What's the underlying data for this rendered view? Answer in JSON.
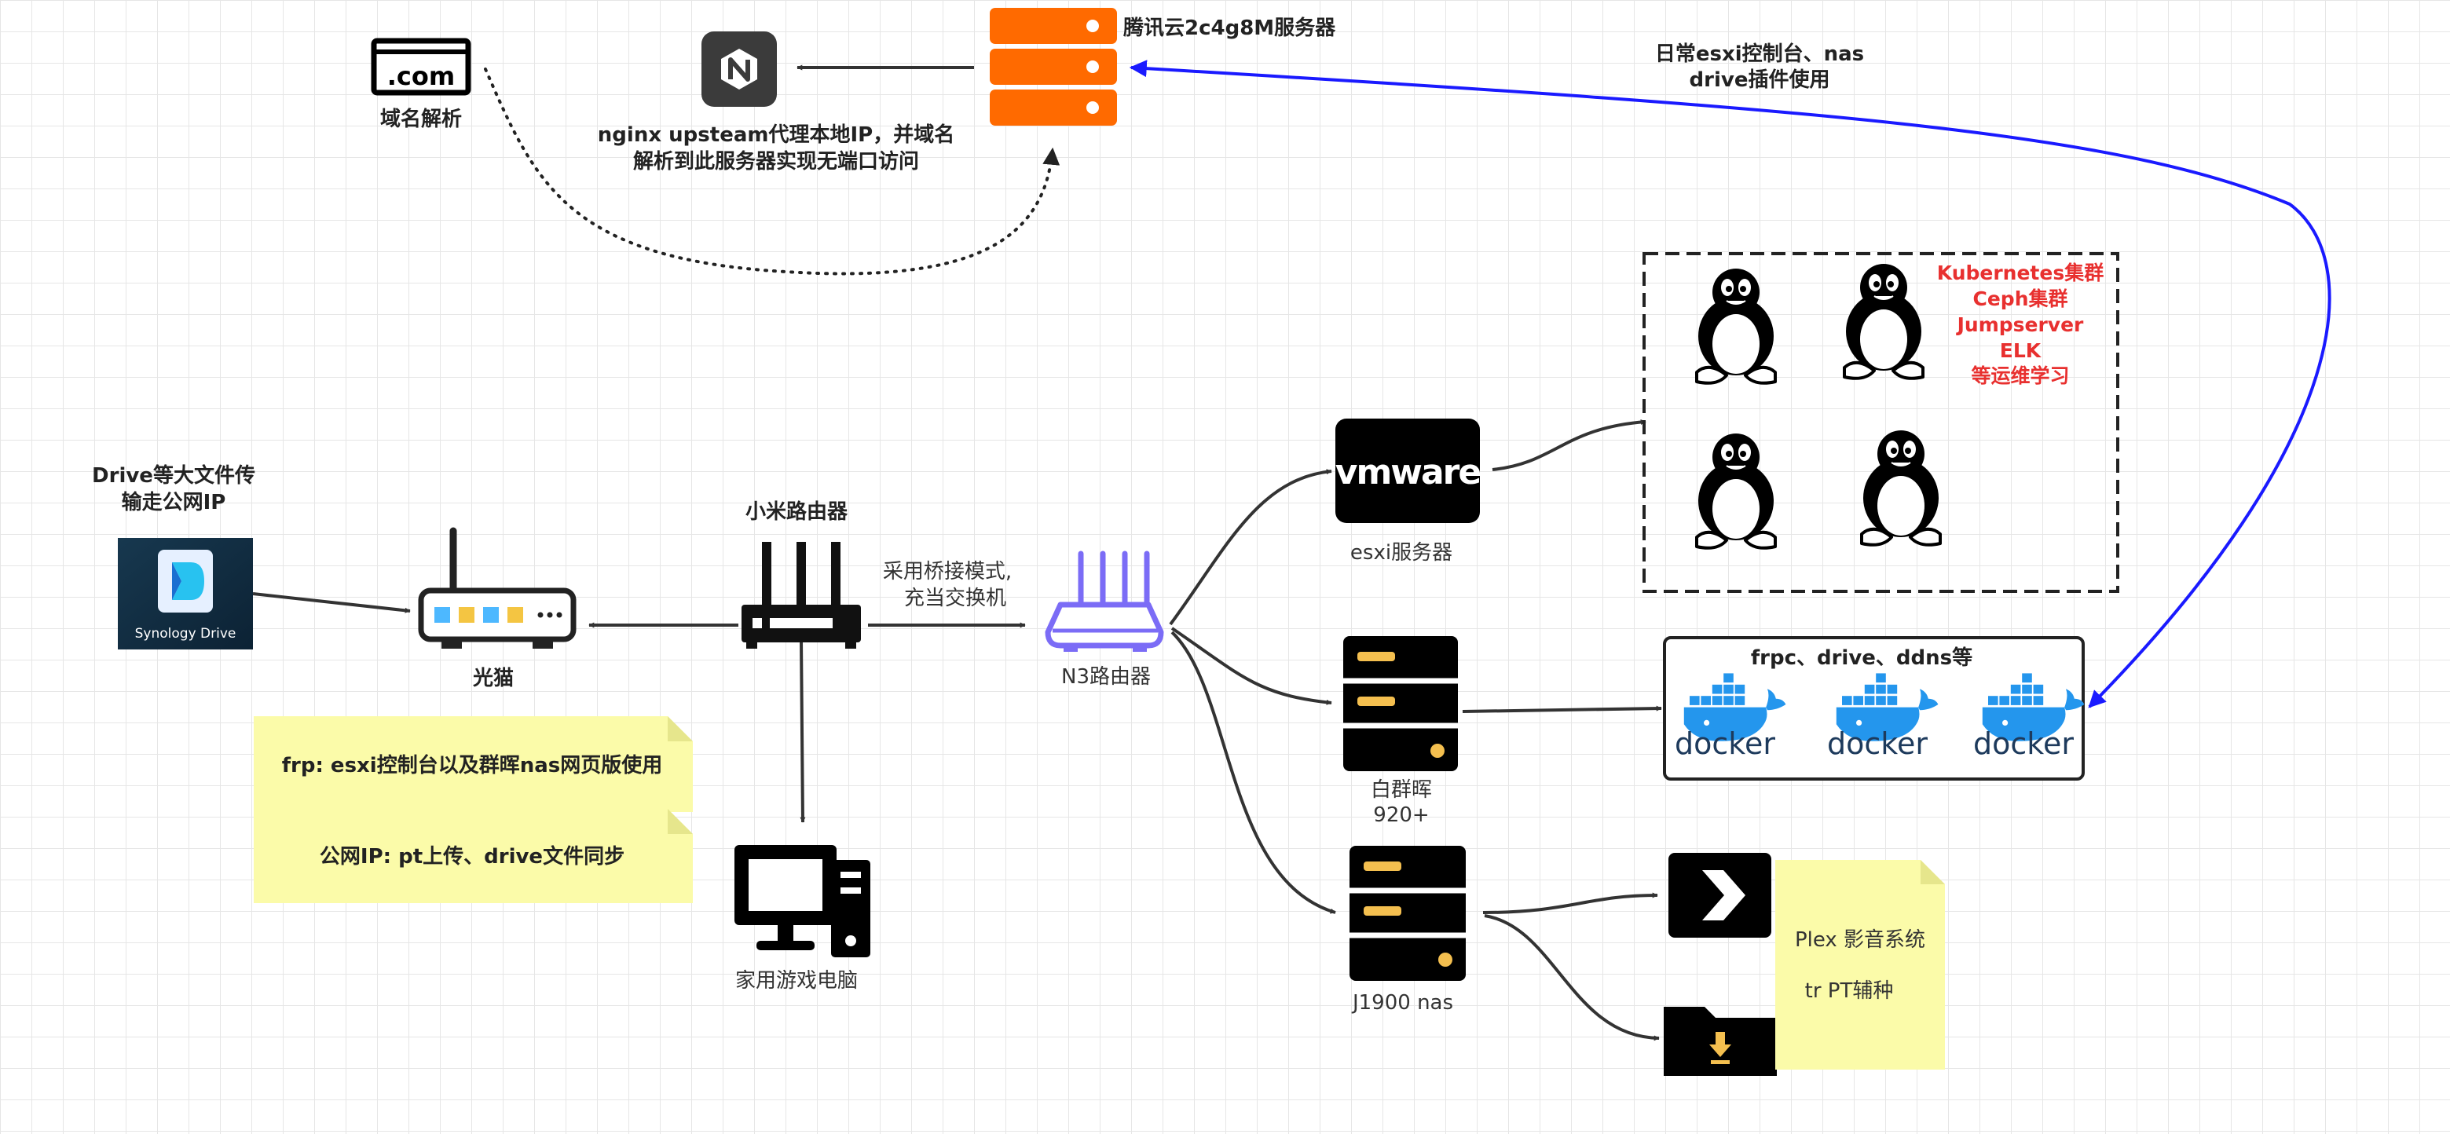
{
  "nodes": {
    "domain": {
      "label": "域名解析",
      "logo_text": ".com"
    },
    "nginx": {
      "description": [
        "nginx upsteam代理本地IP，并域名",
        "解析到此服务器实现无端口访问"
      ]
    },
    "tencent": {
      "label": "腾讯云2c4g8M服务器"
    },
    "blue_note": {
      "lines": [
        "日常esxi控制台、nas",
        "drive插件使用"
      ]
    },
    "synology": {
      "caption": [
        "Drive等大文件传",
        "输走公网IP"
      ],
      "app_name": "Synology Drive"
    },
    "modem": {
      "label": "光猫"
    },
    "xiaomi": {
      "label": "小米路由器"
    },
    "bridge": {
      "lines": [
        "采用桥接模式,",
        "充当交换机"
      ]
    },
    "n3": {
      "label": "N3路由器"
    },
    "esxi": {
      "label": "esxi服务器",
      "logo_text": "vmware"
    },
    "vm_cluster": {
      "lines": [
        "Kubernetes集群",
        "Ceph集群",
        "Jumpserver",
        "ELK",
        "等运维学习"
      ]
    },
    "qunhui": {
      "label": [
        "白群晖",
        "920+"
      ]
    },
    "docker_group": {
      "title": "frpc、drive、ddns等",
      "logo_text": "docker"
    },
    "j1900": {
      "label": "J1900 nas"
    },
    "plex_note": {
      "lines": [
        "Plex 影音系统",
        "tr PT辅种"
      ]
    },
    "pc": {
      "label": "家用游戏电脑"
    }
  },
  "notes": {
    "frp": "frp: esxi控制台以及群晖nas网页版使用",
    "public_ip": "公网IP: pt上传、drive文件同步"
  },
  "colors": {
    "orange": "#ff6a00",
    "blue": "#1a1aff",
    "red": "#e8302f",
    "note_yellow": "#fbfba9",
    "n3_purple": "#7b6cf6",
    "vmware_black": "#000000",
    "docker_blue": "#2496ed",
    "docker_navy": "#1d3a5c",
    "synology_dark": "#123145"
  },
  "icons": [
    "dotcom-icon",
    "nginx-icon",
    "server-icon",
    "linux-tux-icon",
    "vmware-icon",
    "docker-icon",
    "router-icon",
    "modem-icon",
    "monitor-icon",
    "plex-icon",
    "folder-download-icon",
    "synology-drive-icon"
  ]
}
